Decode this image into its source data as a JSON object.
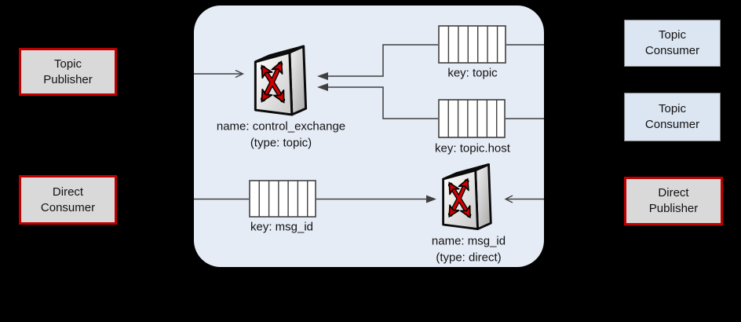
{
  "colors": {
    "background": "#000000",
    "container_fill": "#E6ECF6",
    "publisher_box_fill": "#D9D9D9",
    "publisher_box_border": "#C00000",
    "consumer_box_fill": "#DCE6F2",
    "consumer_box_border": "#7F7F7F",
    "line": "#3F3F3F",
    "exchange_arrow_red": "#D40000",
    "queue_fill": "#FFFFFF",
    "text": "#111111"
  },
  "nodes": {
    "topic_publisher": {
      "line1": "Topic",
      "line2": "Publisher"
    },
    "direct_consumer": {
      "line1": "Direct",
      "line2": "Consumer"
    },
    "topic_consumer_1": {
      "line1": "Topic",
      "line2": "Consumer"
    },
    "topic_consumer_2": {
      "line1": "Topic",
      "line2": "Consumer"
    },
    "direct_publisher": {
      "line1": "Direct",
      "line2": "Publisher"
    }
  },
  "broker": {
    "exchanges": {
      "control": {
        "name": "name: control_exchange",
        "type": "(type: topic)"
      },
      "direct": {
        "name": "name: msg_id",
        "type": "(type: direct)"
      }
    },
    "queues": {
      "topic": {
        "label": "key: topic",
        "cells": 7
      },
      "topic_host": {
        "label": "key: topic.host",
        "cells": 7
      },
      "msg_id": {
        "label": "key: msg_id",
        "cells": 7
      }
    }
  }
}
